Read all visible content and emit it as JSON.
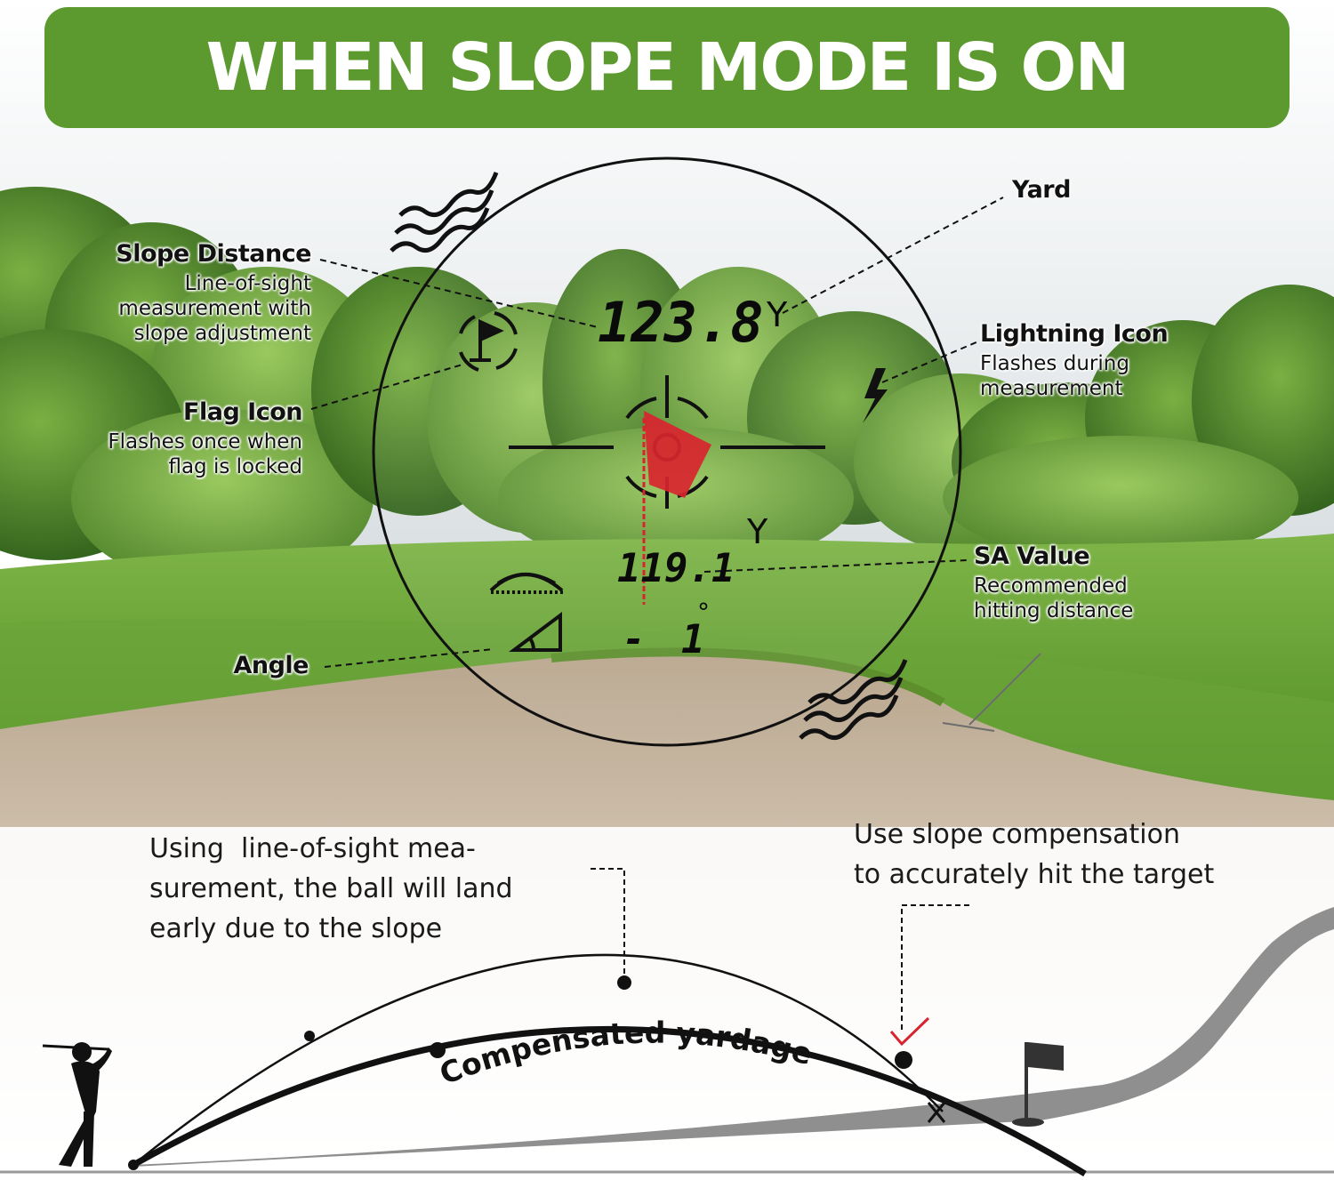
{
  "banner": {
    "title": "WHEN SLOPE MODE IS ON"
  },
  "callouts": {
    "slope_distance": {
      "title": "Slope Distance",
      "desc": [
        "Line-of-sight",
        "measurement with",
        "slope adjustment"
      ]
    },
    "flag_icon": {
      "title": "Flag Icon",
      "desc": [
        "Flashes once when",
        "flag is locked"
      ]
    },
    "angle": {
      "title": "Angle"
    },
    "yard": {
      "title": "Yard"
    },
    "lightning_icon": {
      "title": "Lightning Icon",
      "desc": [
        "Flashes during",
        "measurement"
      ]
    },
    "sa_value": {
      "title": "SA Value",
      "desc": [
        "Recommended",
        "hitting distance"
      ]
    }
  },
  "display": {
    "slope_distance": "123.8",
    "slope_unit": "Y",
    "sa_value": "119.1",
    "sa_unit": "Y",
    "angle_sign": "-",
    "angle_value": "1",
    "angle_unit": "°"
  },
  "diagram": {
    "note_left": "Using  line-of-sight mea-\nsurement, the ball will land\nearly due to the slope",
    "note_right": "Use slope compensation\nto accurately hit the target",
    "curve_label": "Compensated yardage"
  },
  "colors": {
    "banner": "#5c9a2f",
    "flag": "#d8242e",
    "check": "#d8242e",
    "hill": "#8f8f8f"
  },
  "icons": [
    "flag-lock-icon",
    "lightning-icon",
    "slope-icon",
    "angle-icon",
    "crosshair-icon",
    "golfer-icon",
    "hole-flag-icon",
    "wind-icon"
  ]
}
